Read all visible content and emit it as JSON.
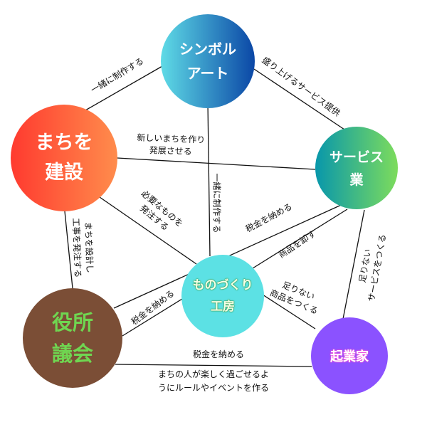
{
  "nodes": {
    "symbol_art": {
      "line1": "シンボル",
      "line2": "アート",
      "color_from": "#5fdbe6",
      "color_to": "#0b47a6"
    },
    "town_build": {
      "line1": "まちを",
      "line2": "建設",
      "color_from": "#ff3a2f",
      "color_to": "#ff8c4c"
    },
    "service": {
      "line1": "サービス",
      "line2": "業",
      "color_from": "#0897ab",
      "color_to": "#7ddc5c"
    },
    "workshop": {
      "line1": "ものづくり",
      "line2": "工房",
      "color": "#5ce1e4"
    },
    "office": {
      "line1": "役所",
      "line2": "議会",
      "color": "#7b4e36",
      "text_color": "#6fd651"
    },
    "entrepreneur": {
      "line1": "起業家",
      "color": "#8b52ff"
    }
  },
  "edges": {
    "build_symbol": "一緒に制作する",
    "symbol_service": "盛り上げるサービス提供",
    "build_service": [
      "新しいまちを作り",
      "発展させる"
    ],
    "symbol_workshop": "一緒に制作する",
    "build_workshop": [
      "必要なものを",
      "発注する"
    ],
    "build_office": [
      "まちを設計し",
      "工事を発注する"
    ],
    "office_service": "税金を納める",
    "workshop_service": "商品を卸す",
    "office_workshop": "税金を納める",
    "workshop_entrepreneur": [
      "足りない",
      "商品をつくる"
    ],
    "service_entrepreneur": [
      "足りない",
      "サービスをつくる"
    ],
    "office_entrepreneur_top": "税金を納める",
    "office_entrepreneur_bottom": [
      "まちの人が楽しく過ごせるよ",
      "うにルールやイベントを作る"
    ]
  }
}
